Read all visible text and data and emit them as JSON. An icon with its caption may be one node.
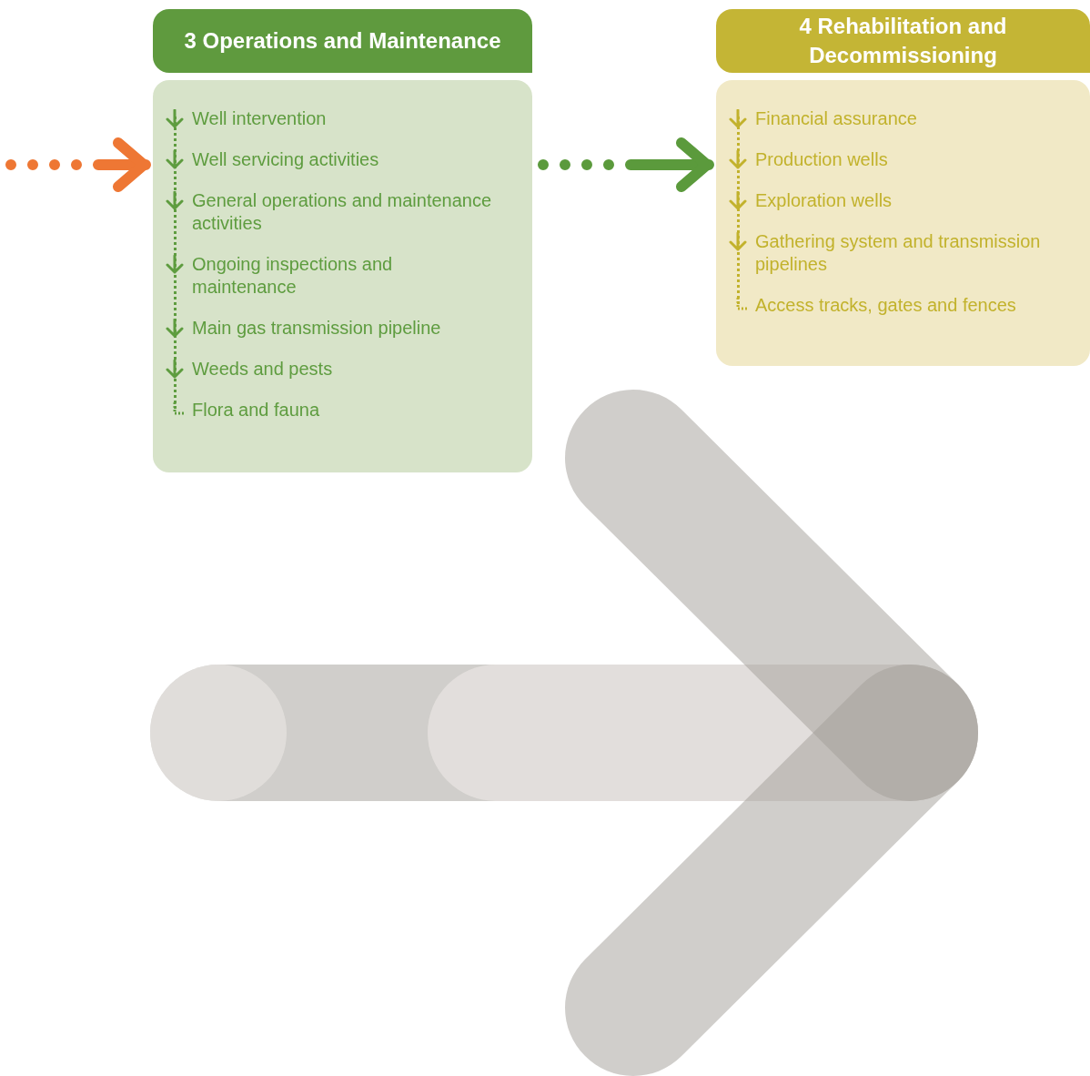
{
  "diagram": {
    "nodes": [
      {
        "text": [
          "3 Operations and Maintenance"
        ]
      },
      {
        "text": [
          "Well intervention",
          "Well servicing activities",
          "General operations and maintenance activities",
          "Ongoing inspections and maintenance",
          "Main gas transmission pipeline",
          "Weeds and pests",
          "Flora and fauna"
        ]
      },
      {
        "text": [
          "4 Rehabilitation and Decommissioning"
        ]
      },
      {
        "text": [
          "Financial assurance",
          "Production wells",
          "Exploration wells",
          "Gathering system and transmission pipelines",
          "Access tracks, gates and fences"
        ]
      }
    ],
    "edges": [
      {
        "from": null,
        "to": 1,
        "arrow": "to",
        "style": "dashed",
        "color": "#ee7734"
      },
      {
        "from": 1,
        "to": 3,
        "arrow": "to",
        "style": "dashed",
        "color": "#5b9a3c"
      }
    ]
  }
}
